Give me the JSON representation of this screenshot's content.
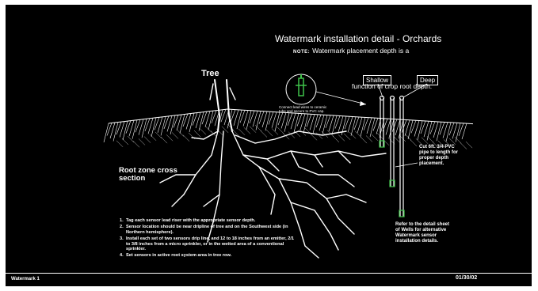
{
  "title": "Watermark installation detail - Orchards",
  "note_label": "NOTE:",
  "note_line1": "Watermark placement depth is a",
  "note_line2": "function of crop root depth.",
  "tree_label": "Tree",
  "root_zone_label": "Root zone cross section",
  "shallow_label": "Shallow",
  "deep_label": "Deep",
  "detail_caption": "Connect lead wires to ceramic tube and secure to PVC cap.",
  "pvc_note": "Cut 6ft. 3/4 PVC pipe to length for proper depth placement.",
  "refer_note": "Refer to the detail sheet of Wells for alternative Watermark sensor installation details.",
  "instructions": [
    {
      "num": "1.",
      "text": "Tag each sensor lead riser with the appropriate sensor depth."
    },
    {
      "num": "2.",
      "text": "Sensor location should be near dripline of tree and on the Southwest side (in Northern hemisphere)."
    },
    {
      "num": "3.",
      "text": "Install each set of two sensors drip line, and 12 to 18 inches from an emitter, 2/1 to 3/8 inches from a micro sprinkler, or in the wetted area of a conventional sprinkler."
    },
    {
      "num": "4.",
      "text": "Set sensors in active root system area in tree row."
    }
  ],
  "footer_left": "Watermark 1",
  "footer_right": "01/30/02",
  "colors": {
    "background": "#000000",
    "lines": "#ffffff",
    "sensor": "#3fc24a"
  }
}
